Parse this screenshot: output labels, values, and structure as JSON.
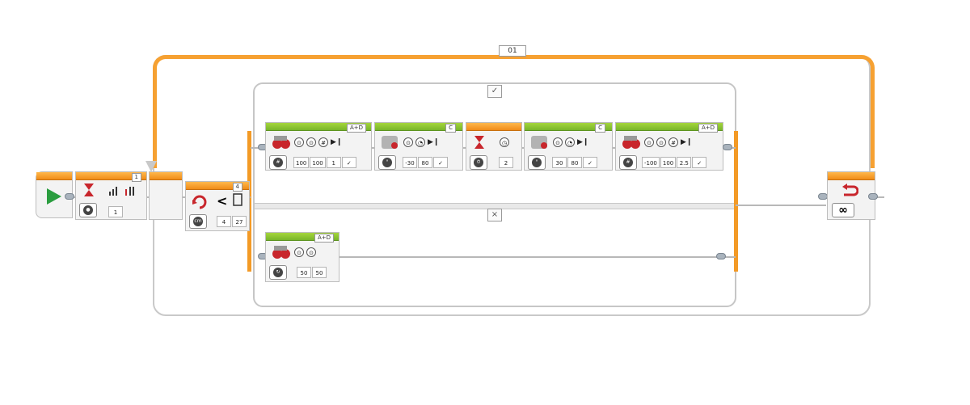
{
  "loop": {
    "label": "01",
    "mode_icon": "infinity-icon",
    "mode_text": "∞"
  },
  "switch": {
    "true_tab": "✓",
    "false_tab": "×"
  },
  "start": {
    "icon": "play-icon"
  },
  "wait_sound": {
    "port": "1",
    "value": "1"
  },
  "switch_sensor": {
    "port": "4",
    "compare": "<",
    "values": [
      "4",
      "27"
    ]
  },
  "true_blocks": [
    {
      "type": "move-tank",
      "port": "A+D",
      "values": [
        "100",
        "100",
        "1",
        "✓"
      ]
    },
    {
      "type": "medium-motor",
      "port": "C",
      "values": [
        "-30",
        "80",
        "✓"
      ]
    },
    {
      "type": "wait-timer",
      "port": "",
      "values": [
        "2"
      ]
    },
    {
      "type": "medium-motor",
      "port": "C",
      "values": [
        "30",
        "80",
        "✓"
      ]
    },
    {
      "type": "move-tank",
      "port": "A+D",
      "values": [
        "-100",
        "100",
        "2.5",
        "✓"
      ]
    }
  ],
  "false_blocks": [
    {
      "type": "move-tank-on",
      "port": "A+D",
      "values": [
        "50",
        "50"
      ]
    }
  ],
  "colors": {
    "accent": "#f39a26",
    "green": "#8cc63f",
    "gray": "#c9c9c9"
  }
}
